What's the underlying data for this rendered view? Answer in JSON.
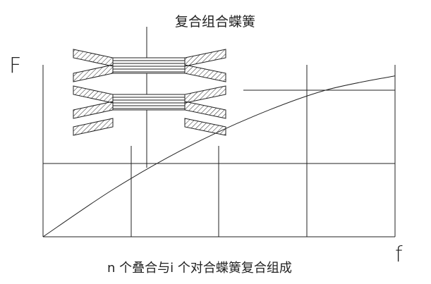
{
  "figure": {
    "title": "复合组合蝶簧",
    "y_axis_label": "F",
    "x_axis_label": "f",
    "caption": "n 个叠合与i 个对合蝶簧复合组成"
  },
  "chart_data": {
    "type": "line",
    "x": [
      0,
      0.2,
      0.4,
      0.6,
      0.8,
      1.0
    ],
    "y": [
      0,
      0.26,
      0.48,
      0.66,
      0.8,
      0.88
    ],
    "xlabel": "f",
    "ylabel": "F",
    "grid": true
  },
  "colors": {
    "line": "#222222",
    "background": "#ffffff"
  }
}
